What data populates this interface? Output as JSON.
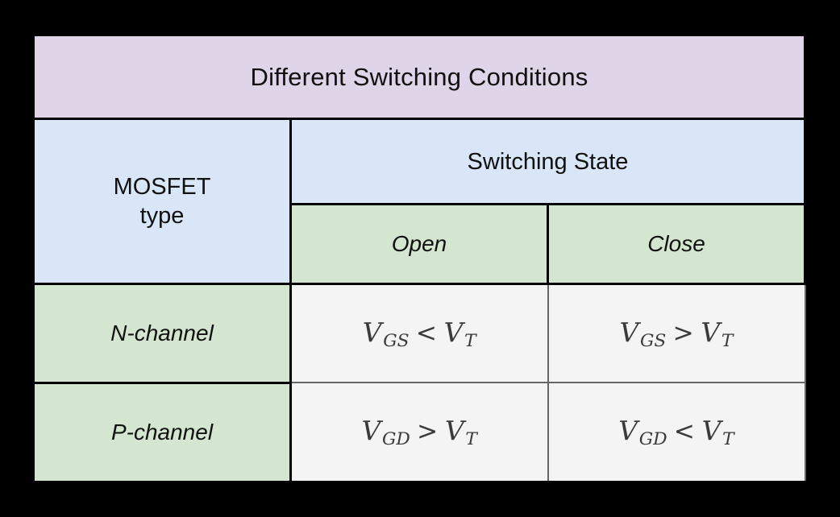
{
  "page": {
    "background_color": "#000000",
    "table_border_color": "#000000",
    "grid_line_color": "#666666"
  },
  "table": {
    "title": "Different Switching Conditions",
    "title_fill": "#e0d4e8",
    "corner_header": {
      "line1": "MOSFET",
      "line2": "type",
      "fill": "#d9e6f8"
    },
    "group_header": {
      "label": "Switching State",
      "fill": "#d9e6f8"
    },
    "column_headers": [
      {
        "label": "Open",
        "fill": "#d4e6d0"
      },
      {
        "label": "Close",
        "fill": "#d4e6d0"
      }
    ],
    "row_label_fill": "#d4e6d0",
    "data_cell_fill": "#f4f4f4",
    "math_color": "#3a3a3a",
    "rows": [
      {
        "label": "N-channel",
        "cells": [
          {
            "var": "V",
            "sub": "GS",
            "rel": "<",
            "var2": "V",
            "sub2": "T"
          },
          {
            "var": "V",
            "sub": "GS",
            "rel": ">",
            "var2": "V",
            "sub2": "T"
          }
        ]
      },
      {
        "label": "P-channel",
        "cells": [
          {
            "var": "V",
            "sub": "GD",
            "rel": ">",
            "var2": "V",
            "sub2": "T"
          },
          {
            "var": "V",
            "sub": "GD",
            "rel": "<",
            "var2": "V",
            "sub2": "T"
          }
        ]
      }
    ]
  }
}
